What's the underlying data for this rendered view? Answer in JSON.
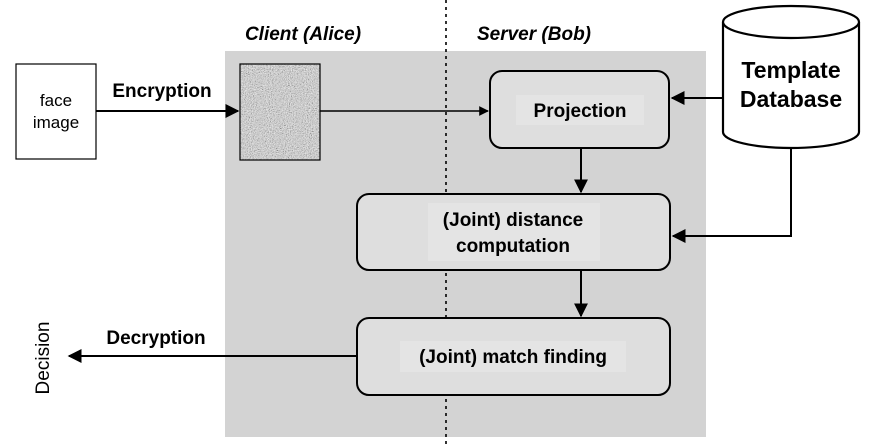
{
  "regions": {
    "client_label": "Client (Alice)",
    "server_label": "Server (Bob)"
  },
  "input": {
    "line1": "face",
    "line2": "image"
  },
  "edges": {
    "encryption": "Encryption",
    "decryption": "Decryption"
  },
  "database": {
    "line1": "Template",
    "line2": "Database"
  },
  "steps": {
    "projection": "Projection",
    "distance_line1": "(Joint) distance",
    "distance_line2": "computation",
    "match": "(Joint) match finding"
  },
  "output": {
    "decision": "Decision"
  },
  "colors": {
    "shaded_region": "#d3d3d3",
    "process_box": "#dedede",
    "label_highlight": "#e4e4e4",
    "stroke": "#000000",
    "background": "#ffffff"
  },
  "icons": {
    "encrypted_data": "noise-texture-icon",
    "database": "cylinder-icon"
  }
}
